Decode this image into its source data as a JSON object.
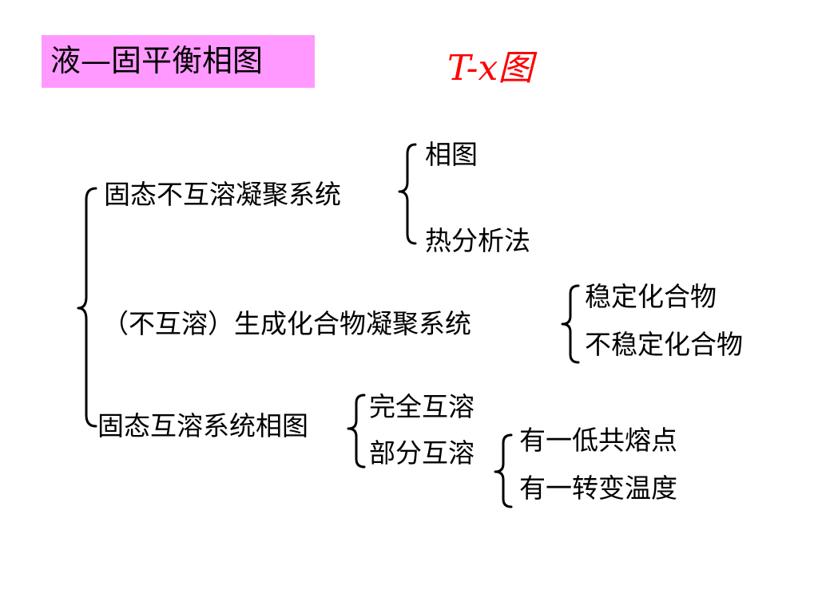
{
  "header": {
    "title": "液—固平衡相图",
    "subtitle": "T-x图",
    "title_box_color": "#ff99ff",
    "subtitle_color": "#ff0000"
  },
  "tree": {
    "immiscible": {
      "label": "固态不互溶凝聚系统",
      "children": [
        "相图",
        "热分析法"
      ]
    },
    "compound": {
      "label": "（不互溶）生成化合物凝聚系统",
      "children": [
        "稳定化合物",
        "不稳定化合物"
      ]
    },
    "miscible": {
      "label": "固态互溶系统相图",
      "children": [
        "完全互溶",
        "部分互溶"
      ],
      "partial_children": [
        "有一低共熔点",
        "有一转变温度"
      ]
    }
  }
}
